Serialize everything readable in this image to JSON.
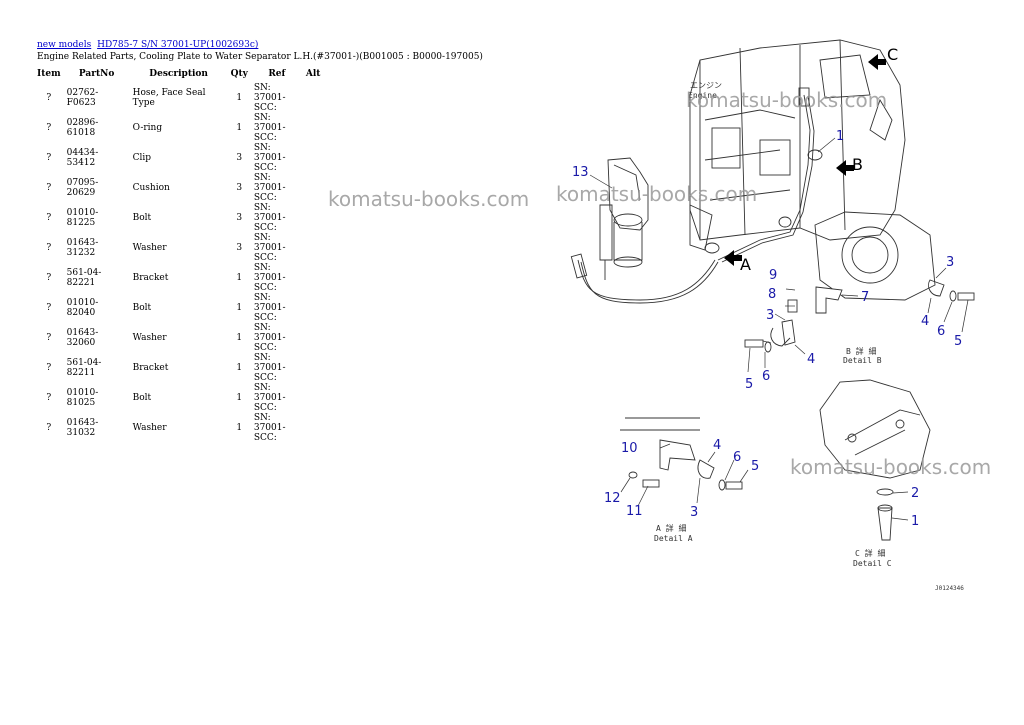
{
  "breadcrumb": {
    "link1": "new models",
    "link2": "HD785-7 S/N 37001-UP(1002693c)"
  },
  "title": "Engine Related Parts, Cooling Plate to Water Separator L.H.(#37001-)(B001005 : B0000-197005)",
  "table": {
    "headers": [
      "Item",
      "PartNo",
      "Description",
      "Qty",
      "Ref",
      "Alt"
    ],
    "rows": [
      {
        "item": "?",
        "part": "02762-F0623",
        "desc": "Hose, Face Seal Type",
        "qty": "1",
        "ref": "SN: 37001-SCC:",
        "alt": ""
      },
      {
        "item": "?",
        "part": "02896-61018",
        "desc": "O-ring",
        "qty": "1",
        "ref": "SN: 37001-SCC:",
        "alt": ""
      },
      {
        "item": "?",
        "part": "04434-53412",
        "desc": "Clip",
        "qty": "3",
        "ref": "SN: 37001-SCC:",
        "alt": ""
      },
      {
        "item": "?",
        "part": "07095-20629",
        "desc": "Cushion",
        "qty": "3",
        "ref": "SN: 37001-SCC:",
        "alt": ""
      },
      {
        "item": "?",
        "part": "01010-81225",
        "desc": "Bolt",
        "qty": "3",
        "ref": "SN: 37001-SCC:",
        "alt": ""
      },
      {
        "item": "?",
        "part": "01643-31232",
        "desc": "Washer",
        "qty": "3",
        "ref": "SN: 37001-SCC:",
        "alt": ""
      },
      {
        "item": "?",
        "part": "561-04-82221",
        "desc": "Bracket",
        "qty": "1",
        "ref": "SN: 37001-SCC:",
        "alt": ""
      },
      {
        "item": "?",
        "part": "01010-82040",
        "desc": "Bolt",
        "qty": "1",
        "ref": "SN: 37001-SCC:",
        "alt": ""
      },
      {
        "item": "?",
        "part": "01643-32060",
        "desc": "Washer",
        "qty": "1",
        "ref": "SN: 37001-SCC:",
        "alt": ""
      },
      {
        "item": "?",
        "part": "561-04-82211",
        "desc": "Bracket",
        "qty": "1",
        "ref": "SN: 37001-SCC:",
        "alt": ""
      },
      {
        "item": "?",
        "part": "01010-81025",
        "desc": "Bolt",
        "qty": "1",
        "ref": "SN: 37001-SCC:",
        "alt": ""
      },
      {
        "item": "?",
        "part": "01643-31032",
        "desc": "Washer",
        "qty": "1",
        "ref": "SN: 37001-SCC:",
        "alt": ""
      }
    ]
  },
  "watermarks": [
    "komatsu-books.com",
    "komatsu-books.com",
    "komatsu-books.com",
    "komatsu-books.com"
  ],
  "diagram": {
    "callouts": {
      "c13": "13",
      "c1": "1",
      "cA": "A",
      "cB": "B",
      "cC": "C",
      "d9": "9",
      "d8": "8",
      "d7": "7",
      "d3": "3",
      "d5": "5",
      "d6": "6",
      "d4": "4",
      "e3": "3",
      "e4": "4",
      "e6": "6",
      "e5": "5",
      "a10": "10",
      "a4": "4",
      "a6": "6",
      "a5": "5",
      "a12": "12",
      "a11": "11",
      "a3": "3",
      "c2": "2",
      "c1b": "1"
    },
    "engine_jp": "エンジン",
    "engine_en": "Engine",
    "detail_b_jp": "B 詳 細",
    "detail_b_en": "Detail B",
    "detail_a_jp": "A 詳 細",
    "detail_a_en": "Detail A",
    "detail_c_jp": "C 詳 細",
    "detail_c_en": "Detail C",
    "drawing_no": "J0124346"
  },
  "colors": {
    "link": "#0000cc",
    "callout": "#1a1aa8",
    "watermark": "#9a9a9a"
  }
}
